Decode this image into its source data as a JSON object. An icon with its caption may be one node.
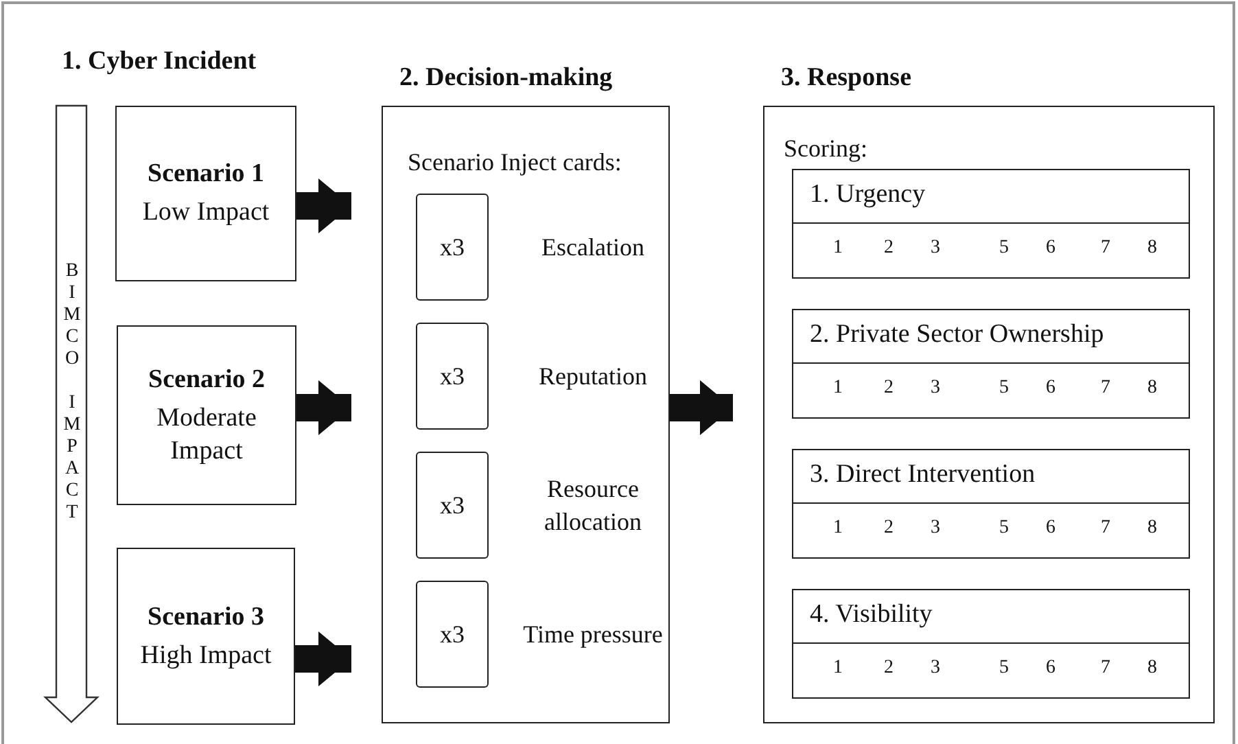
{
  "diagram": {
    "nodes": [
      {
        "text": [
          "Scenario 1",
          "Low Impact"
        ]
      },
      {
        "text": [
          "Scenario 2",
          "Moderate Impact"
        ]
      },
      {
        "text": [
          "Scenario 3",
          "High Impact"
        ]
      },
      {
        "text": [
          "2. Decision-making",
          "Scenario Inject cards:"
        ]
      },
      {
        "text": [
          "x3"
        ],
        "beside": [
          "Escalation"
        ],
        "in": 3
      },
      {
        "text": [
          "x3"
        ],
        "beside": [
          "Reputation"
        ],
        "in": 3
      },
      {
        "text": [
          "x3"
        ],
        "beside": [
          "Resource allocation"
        ],
        "in": 3
      },
      {
        "text": [
          "x3"
        ],
        "beside": [
          "Time pressure"
        ],
        "in": 3
      },
      {
        "text": [
          "3. Response",
          "Scoring:"
        ]
      },
      {
        "text": [
          "1. Urgency",
          "1",
          "2",
          "3",
          "5",
          "6",
          "7",
          "8"
        ],
        "in": 8
      },
      {
        "text": [
          "2. Private Sector Ownership",
          "1",
          "2",
          "3",
          "5",
          "6",
          "7",
          "8"
        ],
        "in": 8
      },
      {
        "text": [
          "3. Direct Intervention",
          "1",
          "2",
          "3",
          "5",
          "6",
          "7",
          "8"
        ],
        "in": 8
      },
      {
        "text": [
          "4. Visibility",
          "1",
          "2",
          "3",
          "5",
          "6",
          "7",
          "8"
        ],
        "in": 8
      }
    ],
    "edges": [
      {
        "from": 0,
        "to": 3,
        "arrow": "to"
      },
      {
        "from": 1,
        "to": 3,
        "arrow": "to"
      },
      {
        "from": 2,
        "to": 3,
        "arrow": "to"
      },
      {
        "from": 3,
        "to": 8,
        "arrow": "to"
      }
    ],
    "labels": [
      "1. Cyber Incident",
      "BIMCO IMPACT"
    ]
  }
}
